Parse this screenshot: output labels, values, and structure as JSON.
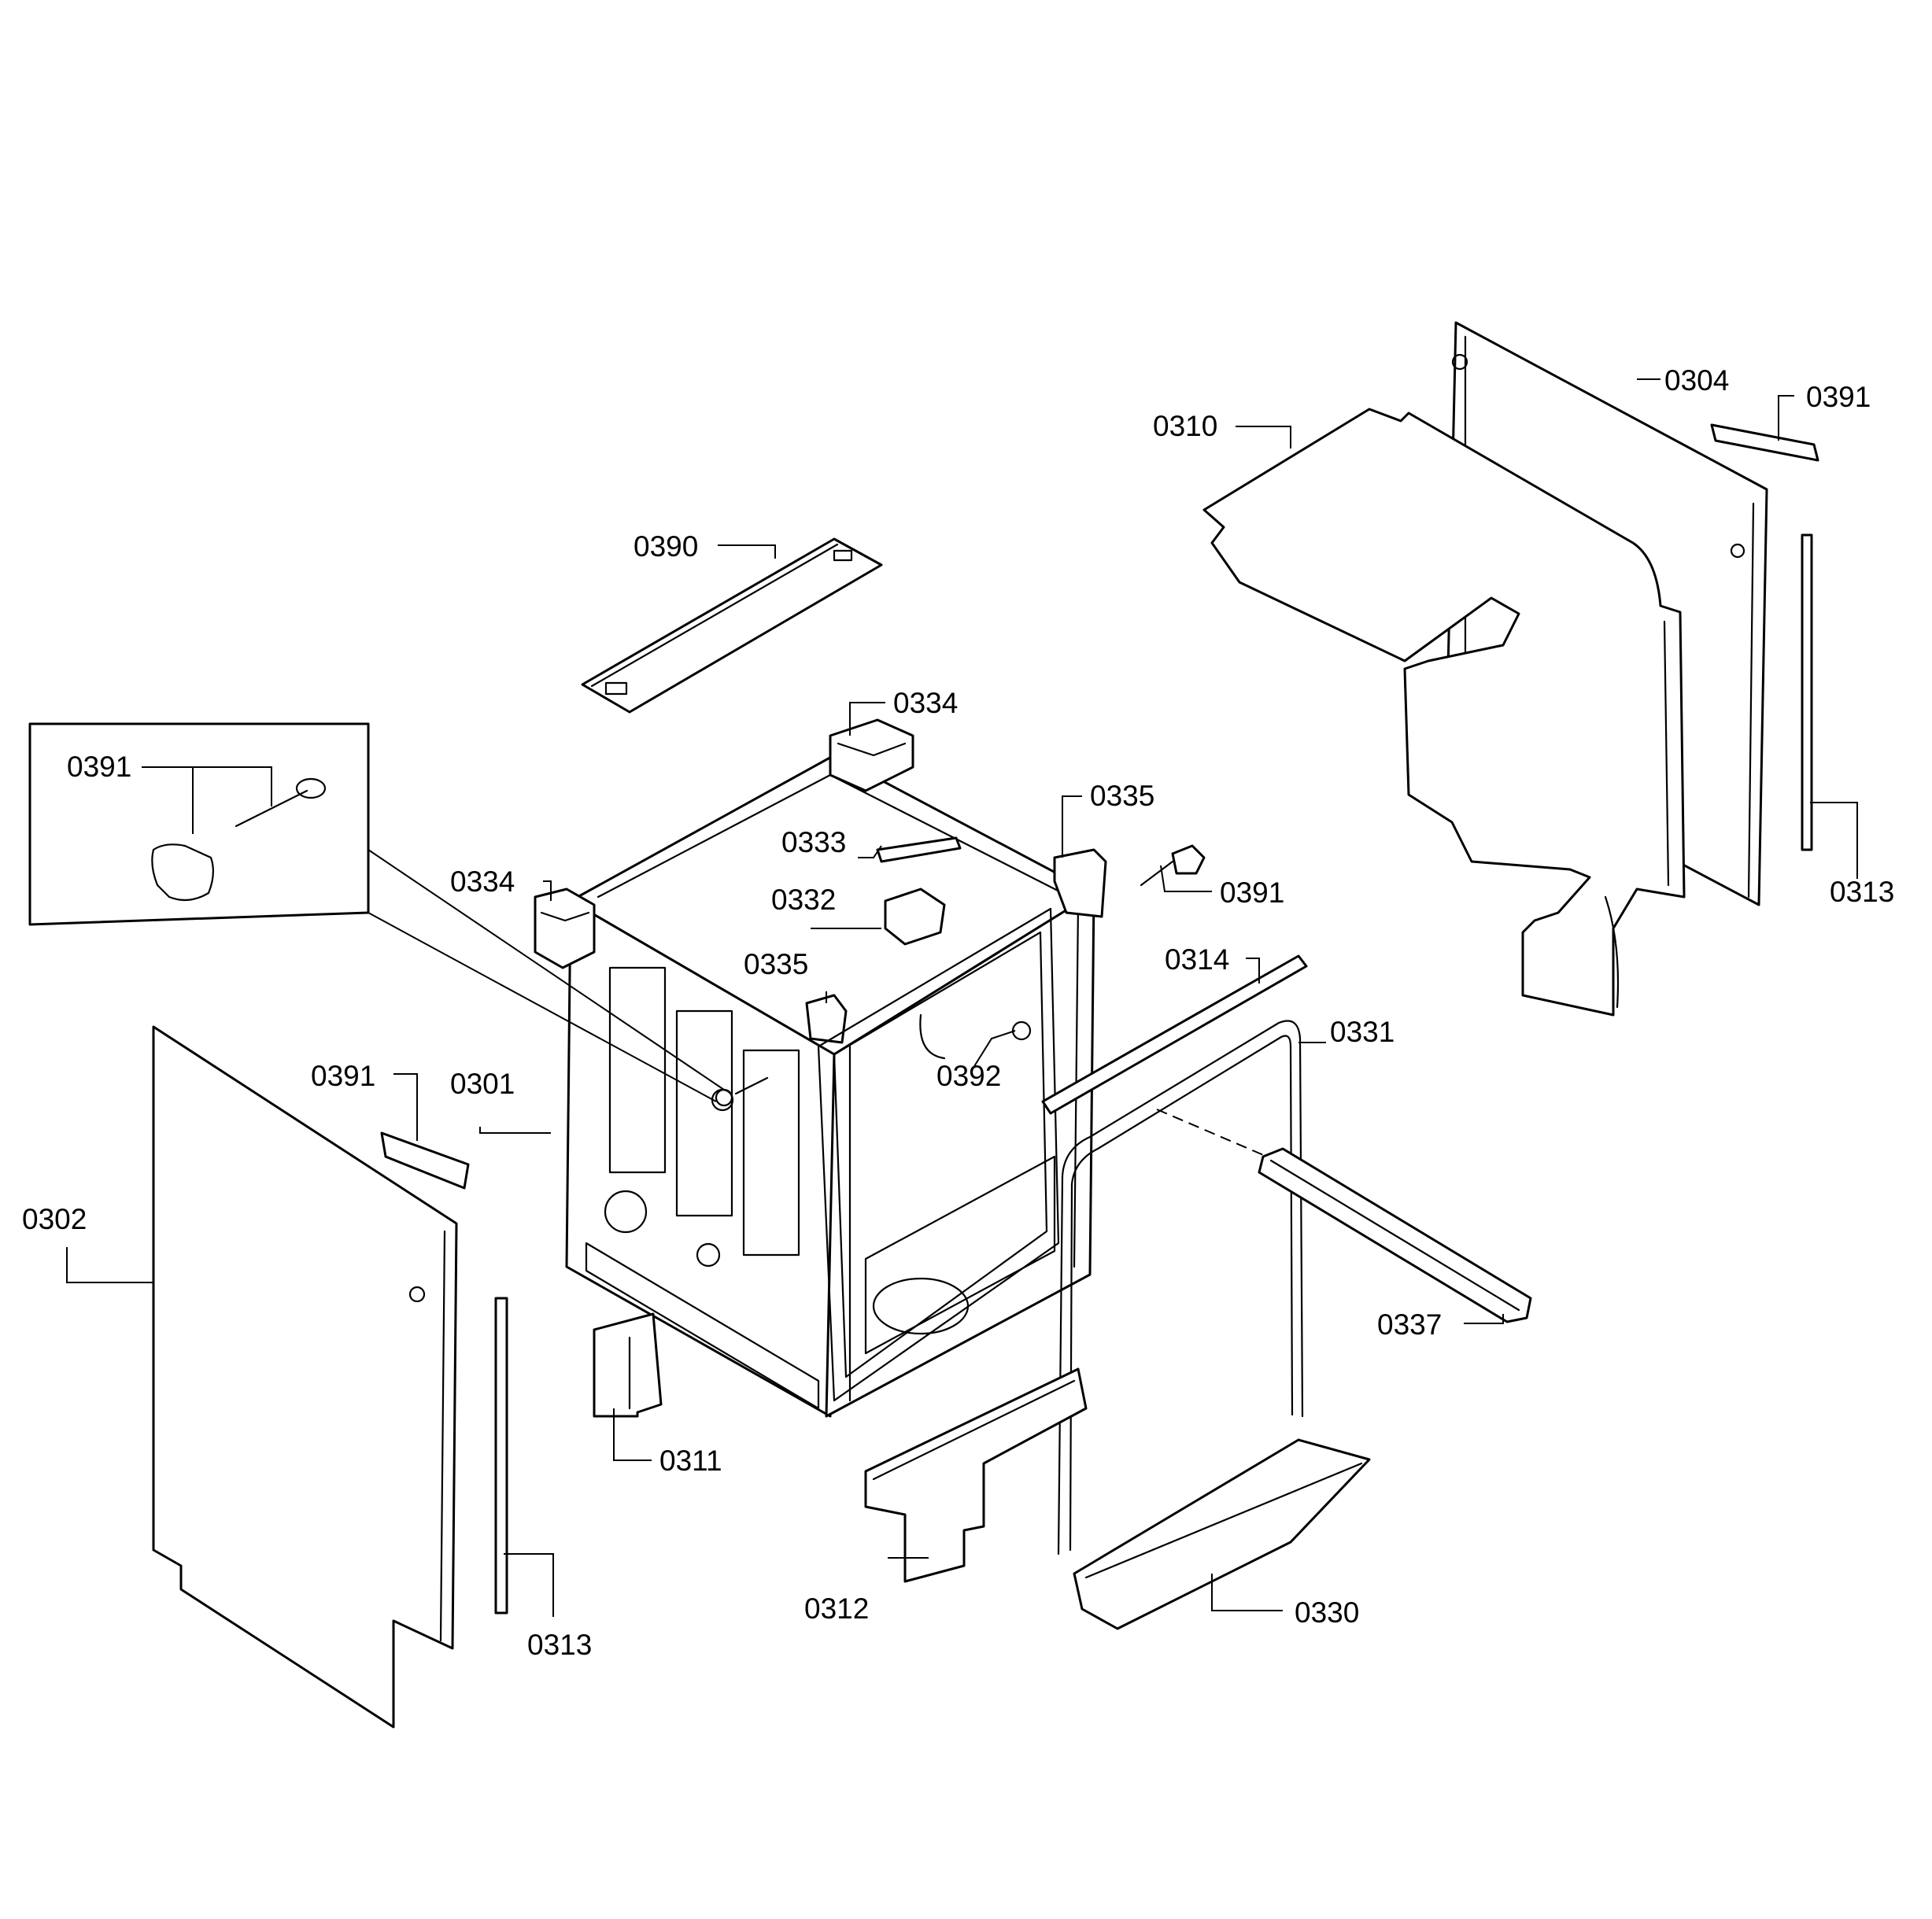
{
  "diagram_type": "exploded parts diagram",
  "callouts": {
    "c0310": "0310",
    "c0304": "0304",
    "c0391_top_right": "0391",
    "c0390": "0390",
    "c0334_top": "0334",
    "c0391_inset": "0391",
    "c0335_right": "0335",
    "c0333": "0333",
    "c0391_mid_right": "0391",
    "c0334_left": "0334",
    "c0332": "0332",
    "c0313_right": "0313",
    "c0335_mid": "0335",
    "c0314": "0314",
    "c0331": "0331",
    "c0391_left": "0391",
    "c0301": "0301",
    "c0392": "0392",
    "c0302": "0302",
    "c0337": "0337",
    "c0311": "0311",
    "c0312": "0312",
    "c0330": "0330",
    "c0313_left": "0313"
  }
}
